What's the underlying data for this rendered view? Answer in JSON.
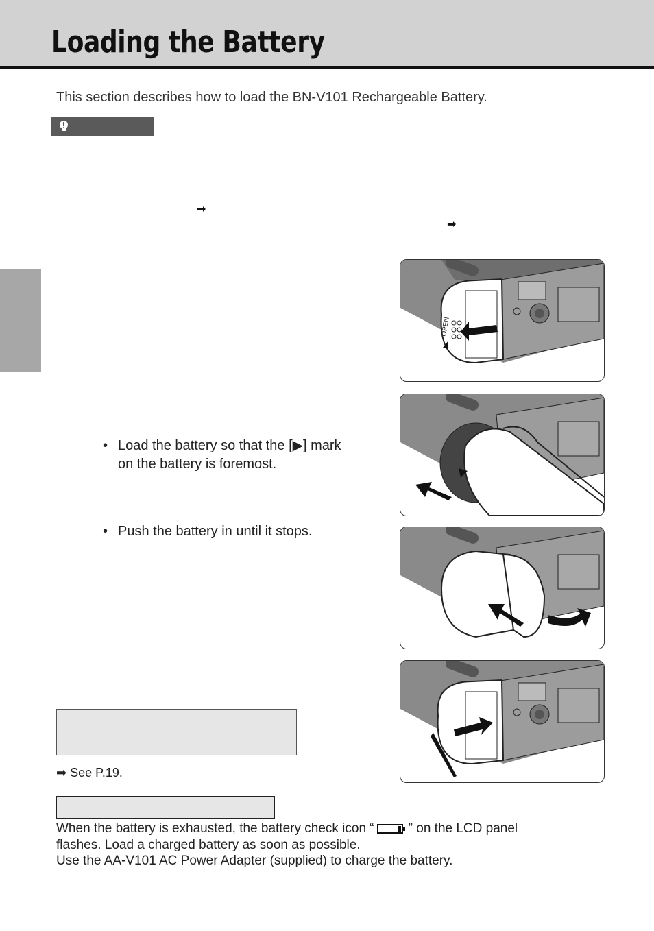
{
  "header": {
    "title": "Loading the Battery"
  },
  "intro": "This section describes how to load the BN-V101 Rechargeable Battery.",
  "tip": {
    "icon": "lightbulb-icon"
  },
  "steps": {
    "bullet1_line1": "Load the battery so that the [▶] mark",
    "bullet1_line2": "on the battery is foremost.",
    "bullet2": "Push the battery in until it stops."
  },
  "figures": {
    "cover_label": "OPEN"
  },
  "reference": {
    "arrow": "➡",
    "see": "See P.19."
  },
  "battery_section": {
    "line1_before": "When the battery is exhausted, the battery check icon “",
    "line1_after": "” on the LCD panel",
    "line2": "flashes. Load a charged battery as soon as possible.",
    "line3": "Use the AA-V101 AC Power Adapter (supplied) to charge the battery."
  }
}
